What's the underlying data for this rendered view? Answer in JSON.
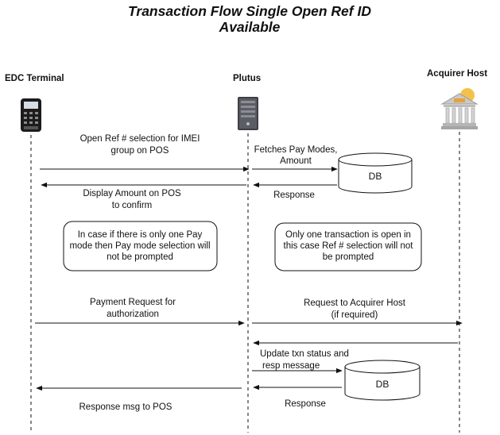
{
  "title": {
    "line1": "Transaction Flow Single Open Ref ID",
    "line2": "Available"
  },
  "actors": {
    "edc": {
      "label": "EDC Terminal",
      "icon": "pos-terminal-icon"
    },
    "plutus": {
      "label": "Plutus",
      "icon": "server-icon"
    },
    "acquirer": {
      "label": "Acquirer Host",
      "icon": "bank-icon"
    }
  },
  "messages": {
    "open_ref_line1": "Open Ref # selection for IMEI",
    "open_ref_line2": "group on POS",
    "fetch_line1": "Fetches Pay Modes,",
    "fetch_line2": "Amount",
    "response1": "Response",
    "display_line1": "Display Amount on POS",
    "display_line2": "to confirm",
    "payment_line1": "Payment Request for",
    "payment_line2": "authorization",
    "req_acq_line1": "Request to Acquirer Host",
    "req_acq_line2": "(if required)",
    "update_line1": "Update txn status and",
    "update_line2": "resp message",
    "response2": "Response",
    "resp_pos": "Response msg to POS"
  },
  "notes": {
    "left_line1": "In case if there is only one Pay",
    "left_line2": "mode then Pay mode selection will",
    "left_line3": "not be prompted",
    "right_line1": "Only one transaction is open in",
    "right_line2": "this case Ref # selection will not",
    "right_line3": "be prompted"
  },
  "databases": {
    "db1": "DB",
    "db2": "DB"
  }
}
